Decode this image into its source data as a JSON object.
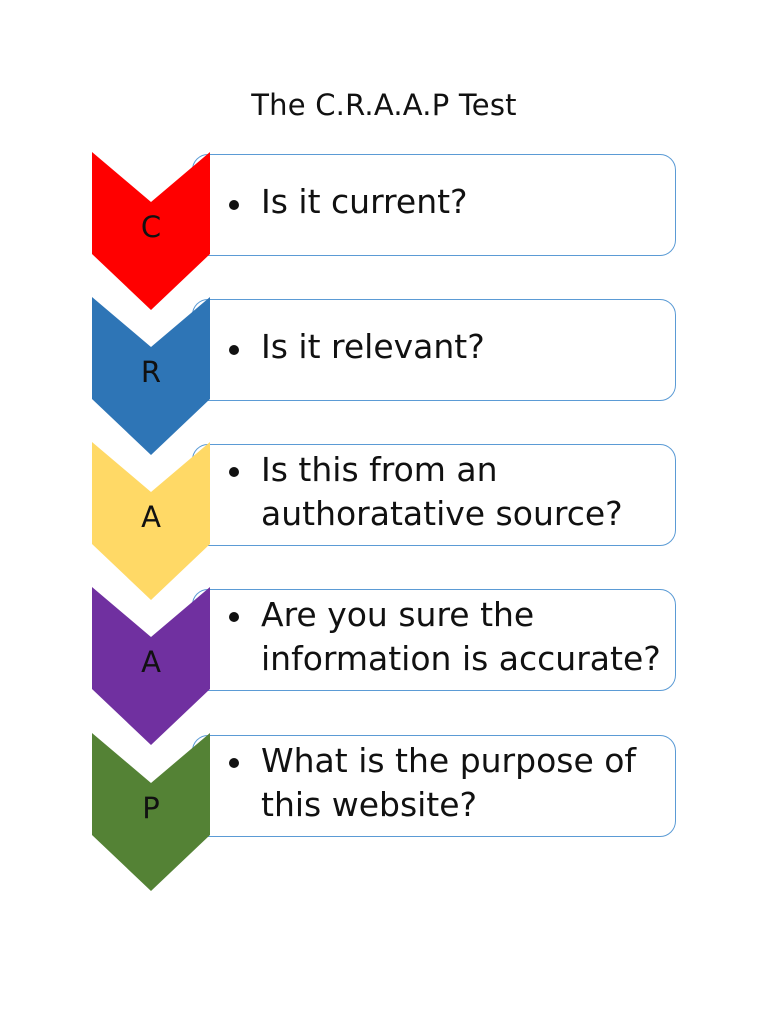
{
  "title": "The C.R.A.A.P Test",
  "steps": [
    {
      "letter": "C",
      "text": "Is it current?",
      "color": "#ff0000"
    },
    {
      "letter": "R",
      "text": "Is it relevant?",
      "color": "#2e75b6"
    },
    {
      "letter": "A",
      "text": "Is this from an authoratative source?",
      "color": "#ffd966"
    },
    {
      "letter": "A",
      "text": "Are you sure the information is accurate?",
      "color": "#7030a0"
    },
    {
      "letter": "P",
      "text": "What is the purpose of this website?",
      "color": "#548235"
    }
  ],
  "box_border_color": "#5b9bd5"
}
